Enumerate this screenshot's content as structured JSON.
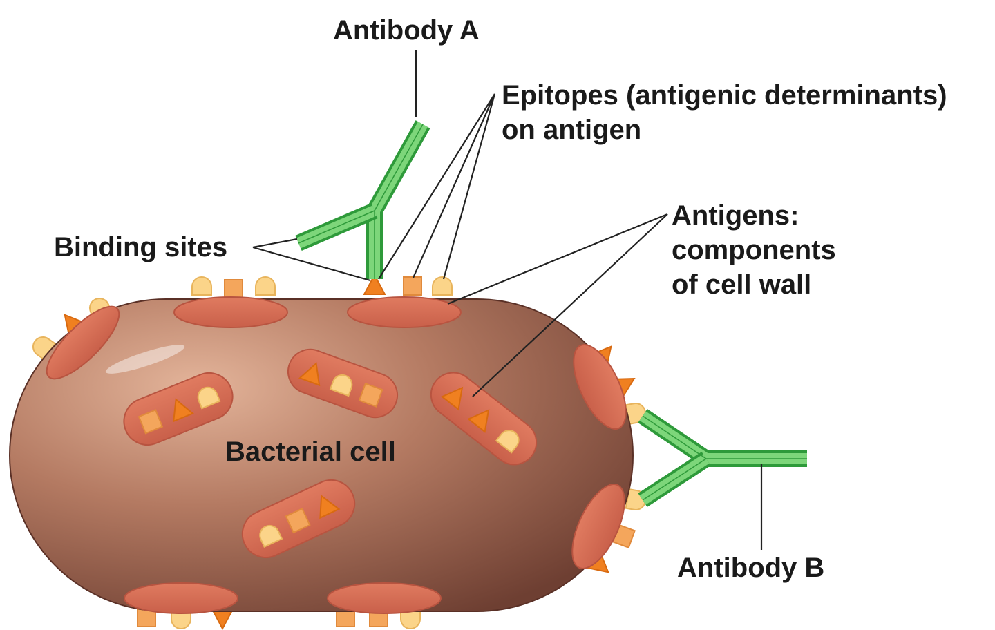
{
  "diagram": {
    "labels": {
      "antibody_a": "Antibody A",
      "antibody_b": "Antibody B",
      "epitopes_line1": "Epitopes (antigenic determinants)",
      "epitopes_line2": "on antigen",
      "binding_sites": "Binding sites",
      "antigens_line1": "Antigens:",
      "antigens_line2": "components",
      "antigens_line3": "of cell wall",
      "bacterial_cell": "Bacterial cell"
    },
    "colors": {
      "cell_light": "#d9a58a",
      "cell_mid": "#a8705a",
      "cell_dark": "#6e3f32",
      "antigen_patch": "#d86e55",
      "antibody_fill": "#7dd67a",
      "antibody_edge": "#2e9a3a",
      "epitope_square": "#f4a65c",
      "epitope_triangle": "#f08020",
      "epitope_round": "#fbd489"
    }
  }
}
